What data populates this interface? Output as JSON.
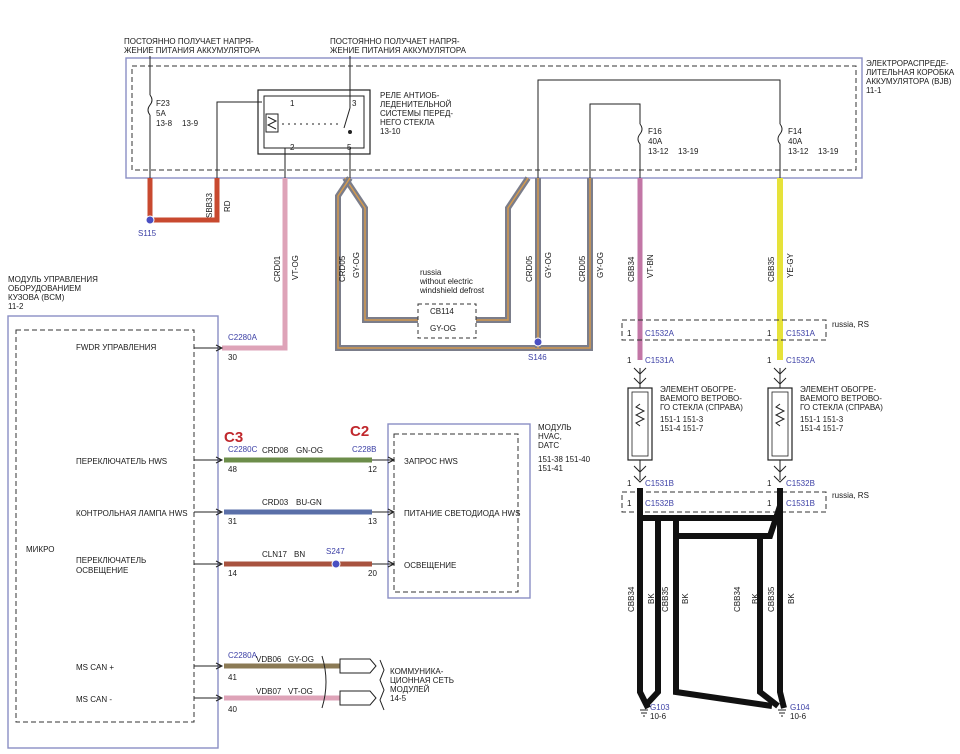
{
  "notes": {
    "f23_l1": "ПОСТОЯННО ПОЛУЧАЕТ НАПРЯ-",
    "f23_l2": "ЖЕНИЕ ПИТАНИЯ АККУМУЛЯТОРА",
    "relay_l1": "ПОСТОЯННО ПОЛУЧАЕТ НАПРЯ-",
    "relay_l2": "ЖЕНИЕ ПИТАНИЯ АККУМУЛЯТОРА"
  },
  "bjb": {
    "l1": "ЭЛЕКТРОРАСПРЕДЕ-",
    "l2": "ЛИТЕЛЬНАЯ КОРОБКА",
    "l3": "АККУМУЛЯТОРА (BJB)",
    "l4": "11-1"
  },
  "fuses": {
    "f23": {
      "name": "F23",
      "rating": "5A",
      "ref1": "13-8",
      "ref2": "13-9"
    },
    "f16": {
      "name": "F16",
      "rating": "40A",
      "ref1": "13-12",
      "ref2": "13-19"
    },
    "f14": {
      "name": "F14",
      "rating": "40A",
      "ref1": "13-12",
      "ref2": "13-19"
    }
  },
  "relay": {
    "l1": "РЕЛЕ АНТИОБ-",
    "l2": "ЛЕДЕНИТЕЛЬНОЙ",
    "l3": "СИСТЕМЫ ПЕРЕД-",
    "l4": "НЕГО СТЕКЛА",
    "l5": "13-10",
    "p1": "1",
    "p2": "2",
    "p3": "3",
    "p5": "5"
  },
  "wires": {
    "sbb33": "SBB33",
    "rd": "RD",
    "s115": "S115",
    "crd01": "CRD01",
    "vt_og": "VT-OG",
    "crd05a": "CRD05",
    "gy_og_a": "GY-OG",
    "crd05b": "CRD05",
    "gy_og_b": "GY-OG",
    "crd05c": "CRD05",
    "gy_og_c": "GY-OG",
    "cbb34": "CBB34",
    "vt_bn": "VT-BN",
    "cbb35": "CBB35",
    "ye_gy": "YE-GY",
    "cb114": "CB114",
    "gy_og_mid": "GY-OG",
    "s146": "S146",
    "russia_l1": "russia",
    "russia_l2": "without electric",
    "russia_l3": "windshield defrost"
  },
  "bcm": {
    "l1": "МОДУЛЬ УПРАВЛЕНИЯ",
    "l2": "ОБОРУДОВАНИЕМ",
    "l3": "КУЗОВА (BCM)",
    "l4": "11-2",
    "micro": "МИКРО",
    "fwdr": "FWDR УПРАВЛЕНИЯ",
    "hws_sw": "ПЕРЕКЛЮЧАТЕЛЬ HWS",
    "hws_lamp": "КОНТРОЛЬНАЯ ЛАМПА HWS",
    "illum_l1": "ПЕРЕКЛЮЧАТЕЛЬ",
    "illum_l2": "ОСВЕЩЕНИЕ",
    "can_plus": "MS CAN +",
    "can_minus": "MS CAN -"
  },
  "bcm_conn": {
    "c2280a_1": "C2280A",
    "pin30": "30",
    "c2280c": "C2280C",
    "pin48": "48",
    "pin31": "31",
    "pin14": "14",
    "c2280a_2": "C2280A",
    "pin41": "41",
    "pin40": "40"
  },
  "bcm_wires": {
    "crd08": "CRD08",
    "gn_og": "GN-OG",
    "crd03": "CRD03",
    "bu_gn": "BU-GN",
    "cln17": "CLN17",
    "bn": "BN",
    "s247": "S247",
    "vdb06": "VDB06",
    "gy_og_can": "GY-OG",
    "vdb07": "VDB07",
    "vt_og_can": "VT-OG"
  },
  "labels": {
    "c3": "C3",
    "c2": "C2"
  },
  "hvac": {
    "l1": "МОДУЛЬ",
    "l2": "HVAC,",
    "l3": "DATC",
    "l4": "151-38   151-40",
    "l5": "151-41",
    "conn": "C228B",
    "pin12": "12",
    "pin13": "13",
    "pin20": "20",
    "req": "ЗАПРОС HWS",
    "led": "ПИТАНИЕ СВЕТОДИОДА HWS",
    "illum": "ОСВЕЩЕНИЕ"
  },
  "can_net": {
    "l1": "КОММУНИКА-",
    "l2": "ЦИОННАЯ СЕТЬ",
    "l3": "МОДУЛЕЙ",
    "l4": "14-5"
  },
  "right": {
    "russia_rs_1": "russia, RS",
    "russia_rs_2": "russia, RS",
    "c1532a_d": "C1532A",
    "c1531a_d": "C1531A",
    "c1531a": "C1531A",
    "c1532a": "C1532A",
    "c1531b": "C1531B",
    "c1532b": "C1532B",
    "c1532b_d": "C1532B",
    "c1531b_d": "C1531B",
    "pin1": "1",
    "elemR_l1": "ЭЛЕМЕНТ ОБОГРЕ-",
    "elemR_l2": "ВАЕМОГО ВЕТРОВО-",
    "elemR_l3": "ГО СТЕКЛА (СПРАВА)",
    "elemR_l4": "151-1   151-3",
    "elemR_l5": "151-4   151-7",
    "elemL_l1": "ЭЛЕМЕНТ ОБОГРЕ-",
    "elemL_l2": "ВАЕМОГО ВЕТРОВО-",
    "elemL_l3": "ГО СТЕКЛА (СПРАВА)",
    "elemL_l4": "151-1   151-3",
    "elemL_l5": "151-4   151-7",
    "cbb34a": "CBB34",
    "bk1": "BK",
    "cbb35a": "CBB35",
    "bk2": "BK",
    "cbb34b": "CBB34",
    "bk3": "BK",
    "cbb35b": "CBB35",
    "bk4": "BK",
    "g103": "G103",
    "g103ref": "10-6",
    "g104": "G104",
    "g104ref": "10-6"
  },
  "colors": {
    "red": "#c8492f",
    "pink": "#dea3b8",
    "gyog": "#7b7d8a",
    "vtbn": "#c276a6",
    "yegy": "#e6e23a",
    "gnog": "#6c8d4a",
    "bugn": "#5a6fa8",
    "bn": "#a8533f",
    "black": "#111111"
  }
}
